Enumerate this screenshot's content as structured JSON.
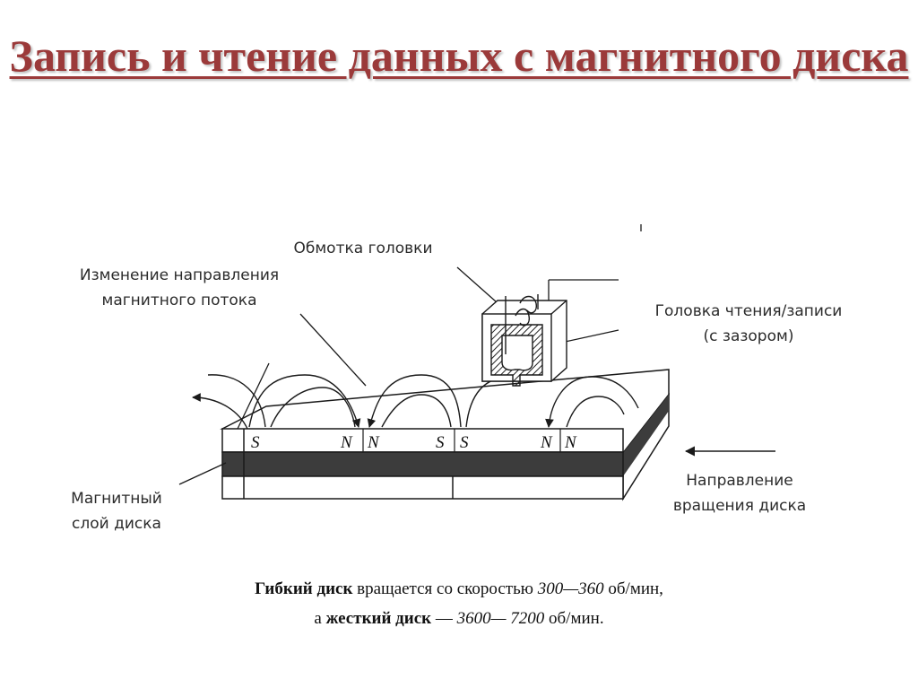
{
  "title": "Запись и чтение данных с магнитного диска",
  "colors": {
    "title": "#9b3a3a",
    "line": "#1a1a1a",
    "layer": "#3c3c3c"
  },
  "labels": {
    "winding": "Обмотка головки",
    "flux_change_1": "Изменение направления",
    "flux_change_2": "магнитного потока",
    "head_1": "Головка чтения/записи",
    "head_2": "(с зазором)",
    "layer_1": "Магнитный",
    "layer_2": "слой диска",
    "rotation_1": "Направление",
    "rotation_2": "вращения диска"
  },
  "poles": [
    "S",
    "N",
    "N",
    "S",
    "S",
    "N",
    "N"
  ],
  "caption": {
    "line1": {
      "bold": "Гибкий диск",
      "text": " вращается со скоростью ",
      "range": "300—360",
      "unit": " об/мин,"
    },
    "line2": {
      "prefix": "а ",
      "bold": "жесткий диск",
      "dash": " — ",
      "range": "3600— 7200",
      "unit": " об/мин."
    }
  }
}
